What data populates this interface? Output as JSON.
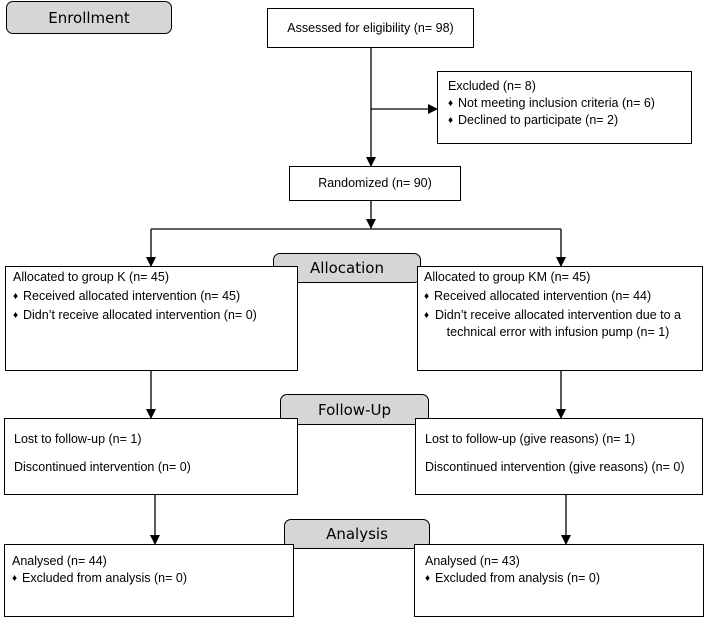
{
  "stages": {
    "enrollment": "Enrollment",
    "allocation": "Allocation",
    "follow_up": "Follow-Up",
    "analysis": "Analysis"
  },
  "assessed": "Assessed for eligibility (n= 98)",
  "excluded": {
    "title": "Excluded (n= 8)",
    "items": [
      "Not meeting inclusion criteria (n= 6)",
      "Declined to participate (n= 2)"
    ]
  },
  "randomized": "Randomized (n= 90)",
  "group_k": {
    "allocation": {
      "title": "Allocated to group K (n= 45)",
      "items": [
        "Received allocated intervention (n= 45)",
        "Didn’t receive allocated intervention (n= 0)"
      ]
    },
    "follow_up": {
      "lost": "Lost to follow-up (n= 1)",
      "discontinued": "Discontinued intervention (n= 0)"
    },
    "analysis": {
      "title": "Analysed (n= 44)",
      "items": [
        "Excluded from analysis (n= 0)"
      ]
    }
  },
  "group_km": {
    "allocation": {
      "title": "Allocated to group KM (n= 45)",
      "items": [
        "Received allocated intervention (n= 44)",
        "Didn’t receive allocated intervention due to a technical error with infusion pump (n= 1)"
      ]
    },
    "follow_up": {
      "lost": "Lost to follow-up (give reasons) (n= 1)",
      "discontinued": "Discontinued intervention (give reasons) (n= 0)"
    },
    "analysis": {
      "title": "Analysed (n= 43)",
      "items": [
        "Excluded from analysis (n= 0)"
      ]
    }
  }
}
